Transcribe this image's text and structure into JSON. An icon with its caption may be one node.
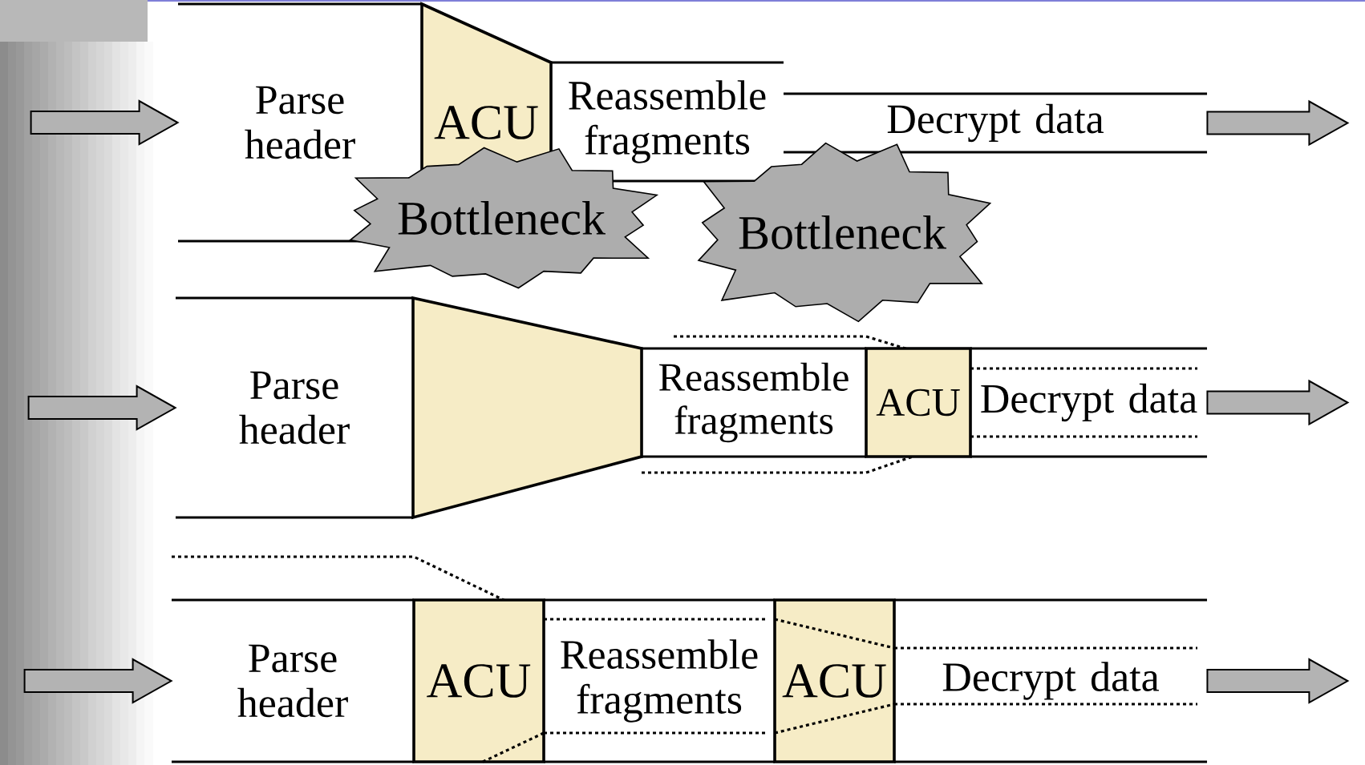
{
  "diagram": {
    "nodes": [
      {
        "text": [
          "Parse header"
        ]
      },
      {
        "text": [
          "ACU"
        ]
      },
      {
        "text": [
          "Reassemble fragments"
        ]
      },
      {
        "text": [
          "Decrypt data"
        ]
      },
      {
        "text": [
          "Bottleneck"
        ]
      },
      {
        "text": [
          "Parse header"
        ]
      },
      {
        "text": [],
        "shape": "trapezoid"
      },
      {
        "text": [
          "Reassemble fragments"
        ]
      },
      {
        "text": [
          "ACU"
        ]
      },
      {
        "text": [
          "Decrypt data"
        ]
      },
      {
        "text": [
          "Bottleneck"
        ]
      },
      {
        "text": [
          "Parse header"
        ]
      },
      {
        "text": [
          "ACU"
        ]
      },
      {
        "text": [
          "Reassemble fragments"
        ]
      },
      {
        "text": [
          "ACU"
        ]
      },
      {
        "text": [
          "Decrypt data"
        ]
      }
    ],
    "edges": [
      {
        "from": null,
        "to": 0,
        "arrow": "to"
      },
      {
        "from": 3,
        "to": null,
        "arrow": "to"
      },
      {
        "from": null,
        "to": 5,
        "arrow": "to"
      },
      {
        "from": 9,
        "to": null,
        "arrow": "to"
      },
      {
        "from": null,
        "to": 11,
        "arrow": "to"
      },
      {
        "from": 15,
        "to": null,
        "arrow": "to"
      }
    ]
  }
}
